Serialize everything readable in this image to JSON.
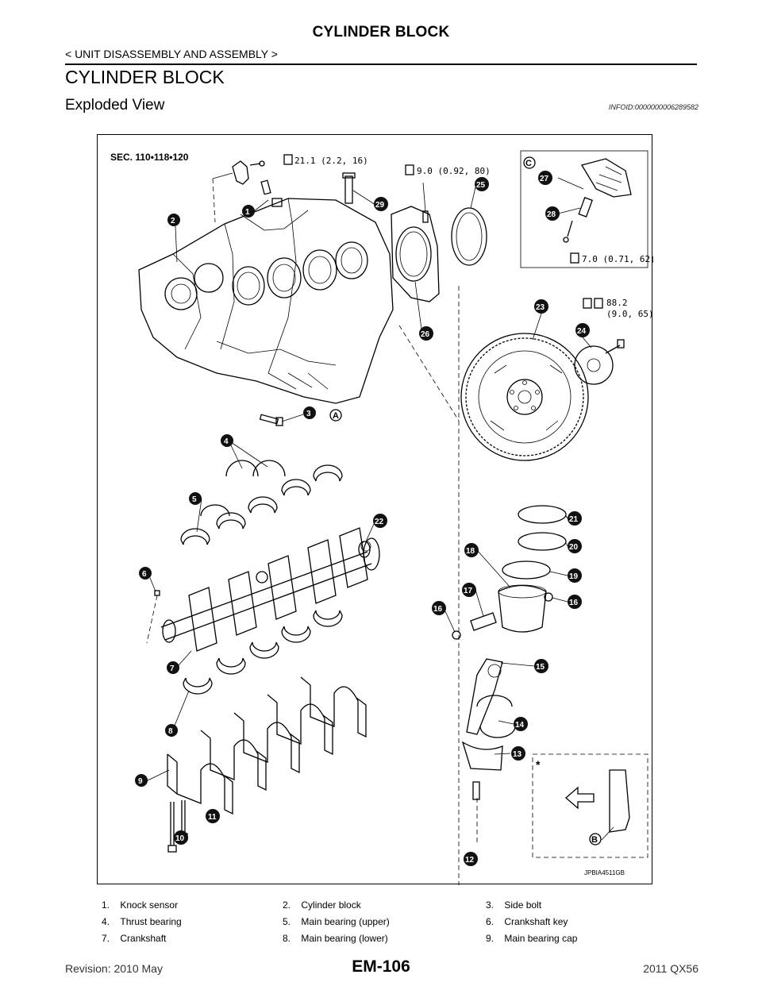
{
  "header": {
    "title": "CYLINDER BLOCK",
    "breadcrumb": "< UNIT DISASSEMBLY AND ASSEMBLY >"
  },
  "section": {
    "title": "CYLINDER BLOCK",
    "subtitle": "Exploded View",
    "info_id": "INFOID:0000000006289582"
  },
  "figure": {
    "sec_label": "SEC. 110•118•120",
    "torque_specs": [
      "21.1 (2.2, 16)",
      "9.0 (0.92, 80)",
      "7.0 (0.71, 62)",
      "88.2",
      "(9.0, 65)"
    ],
    "callouts": [
      "1",
      "2",
      "3",
      "4",
      "5",
      "6",
      "7",
      "8",
      "9",
      "10",
      "11",
      "12",
      "13",
      "14",
      "15",
      "16",
      "17",
      "18",
      "19",
      "20",
      "21",
      "22",
      "23",
      "24",
      "25",
      "26",
      "27",
      "28",
      "29"
    ],
    "letters": [
      "A",
      "B",
      "C"
    ],
    "star": "*",
    "figure_code": "JPBIA4511GB"
  },
  "parts": [
    [
      "1.",
      "Knock sensor",
      "2.",
      "Cylinder block",
      "3.",
      "Side bolt"
    ],
    [
      "4.",
      "Thrust bearing",
      "5.",
      "Main bearing (upper)",
      "6.",
      "Crankshaft key"
    ],
    [
      "7.",
      "Crankshaft",
      "8.",
      "Main bearing (lower)",
      "9.",
      "Main bearing cap"
    ]
  ],
  "footer": {
    "revision": "Revision: 2010 May",
    "page": "EM-106",
    "model": "2011 QX56"
  }
}
